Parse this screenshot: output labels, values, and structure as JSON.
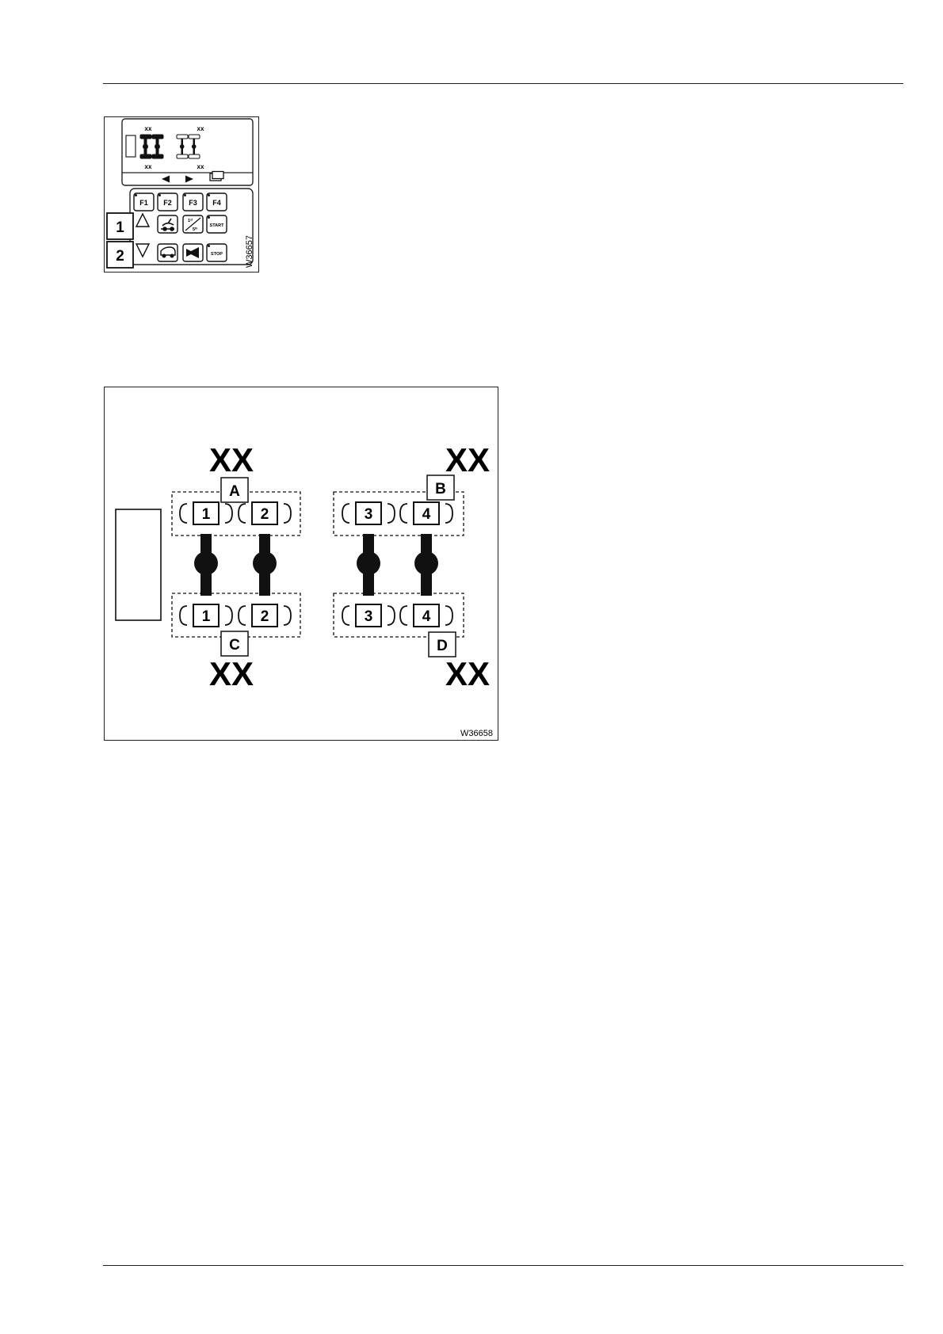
{
  "figure1": {
    "id": "W36657",
    "screen": {
      "top_left": "xx",
      "top_right": "xx",
      "bottom_left": "xx",
      "bottom_right": "xx"
    },
    "keys": {
      "f1": "F1",
      "f2": "F2",
      "f3": "F3",
      "f4": "F4",
      "gear_top": "1ˢᵗ",
      "gear_bottom": "5ᵗʰ",
      "start": "START",
      "stop": "STOP"
    },
    "callouts": [
      "1",
      "2"
    ]
  },
  "figure2": {
    "id": "W36658",
    "readouts": {
      "a": "XX",
      "b": "XX",
      "c": "XX",
      "d": "XX"
    },
    "groups": {
      "a": "A",
      "b": "B",
      "c": "C",
      "d": "D"
    },
    "wheels": [
      "1",
      "2",
      "3",
      "4"
    ]
  }
}
